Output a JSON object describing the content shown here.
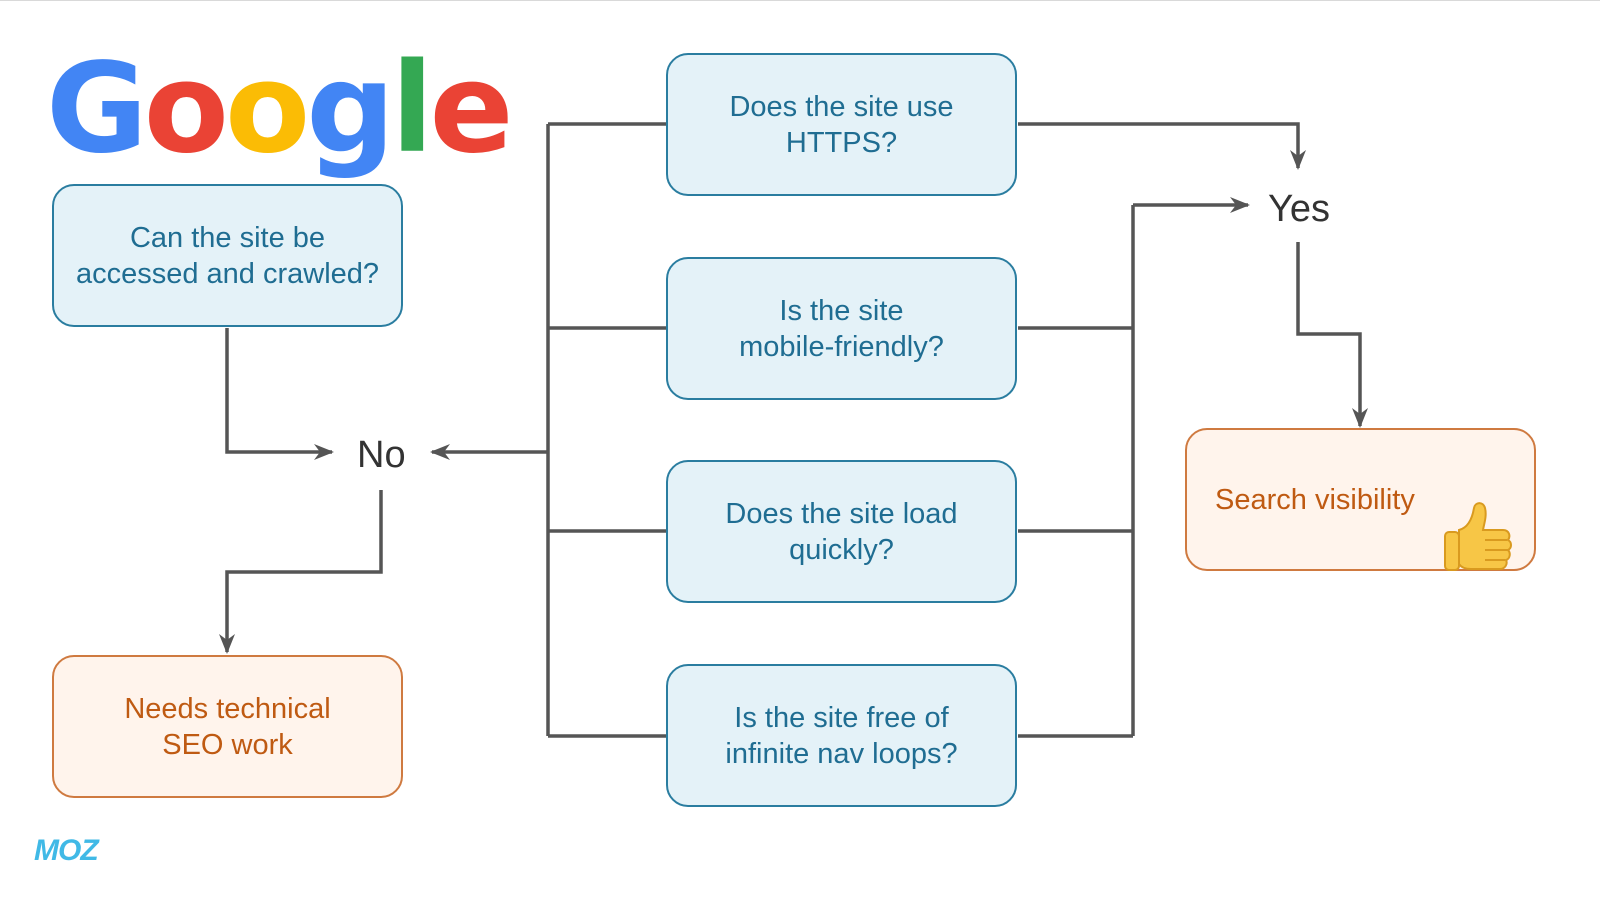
{
  "logo": {
    "letters": [
      {
        "ch": "G",
        "color": "#4285F4"
      },
      {
        "ch": "o",
        "color": "#EA4335"
      },
      {
        "ch": "o",
        "color": "#FBBC05"
      },
      {
        "ch": "g",
        "color": "#4285F4"
      },
      {
        "ch": "l",
        "color": "#34A853"
      },
      {
        "ch": "e",
        "color": "#EA4335"
      }
    ]
  },
  "nodes": {
    "crawl": "Can the site be\naccessed and crawled?",
    "https": "Does the site use\nHTTPS?",
    "mobile": "Is the site\nmobile-friendly?",
    "speed": "Does the site load\nquickly?",
    "loops": "Is the site free of\ninfinite nav loops?",
    "seo_work": "Needs technical\nSEO work",
    "visibility": "Search visibility"
  },
  "labels": {
    "no": "No",
    "yes": "Yes"
  },
  "brand": "MOZ",
  "colors": {
    "question_fill": "#e4f2f8",
    "question_border": "#2a7da0",
    "result_fill": "#fff4ec",
    "result_border": "#cf7a40",
    "connector": "#555555"
  },
  "icons": {
    "visibility": "thumbs-up-icon"
  }
}
